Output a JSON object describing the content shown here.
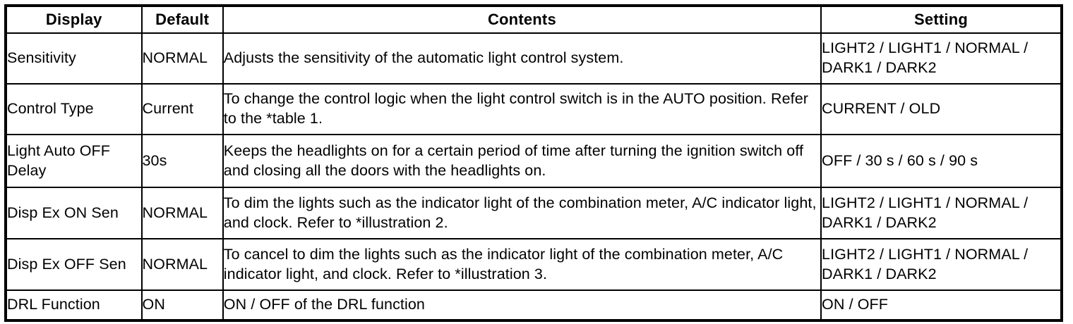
{
  "table": {
    "headers": {
      "display": "Display",
      "default": "Default",
      "contents": "Contents",
      "setting": "Setting"
    },
    "rows": [
      {
        "display": "Sensitivity",
        "default": "NORMAL",
        "contents": "Adjusts the sensitivity of the automatic light control system.",
        "setting": "LIGHT2 / LIGHT1 / NORMAL / DARK1 / DARK2"
      },
      {
        "display": "Control Type",
        "default": "Current",
        "contents": "To change the control logic when the light control switch is in the AUTO position. Refer to the *table 1.",
        "setting": "CURRENT / OLD"
      },
      {
        "display": "Light Auto OFF Delay",
        "default": "30s",
        "contents": "Keeps the headlights on for a certain period of time after turning the ignition switch off and closing all the doors with the headlights on.",
        "setting": "OFF / 30 s / 60 s / 90 s"
      },
      {
        "display": "Disp Ex ON Sen",
        "default": "NORMAL",
        "contents": "To dim the lights such as the indicator light of the combination meter, A/C indicator light, and clock. Refer to *illustration 2.",
        "setting": "LIGHT2 / LIGHT1 / NORMAL / DARK1 / DARK2"
      },
      {
        "display": "Disp Ex OFF Sen",
        "default": "NORMAL",
        "contents": "To cancel to dim the lights such as the indicator light of the combination meter, A/C indicator light, and clock. Refer to *illustration 3.",
        "setting": "LIGHT2 / LIGHT1 / NORMAL / DARK1 / DARK2"
      },
      {
        "display": "DRL Function",
        "default": "ON",
        "contents": "ON / OFF of the DRL function",
        "setting": "ON / OFF"
      }
    ]
  },
  "colors": {
    "border": "#000000",
    "text": "#000000",
    "background": "#ffffff"
  }
}
